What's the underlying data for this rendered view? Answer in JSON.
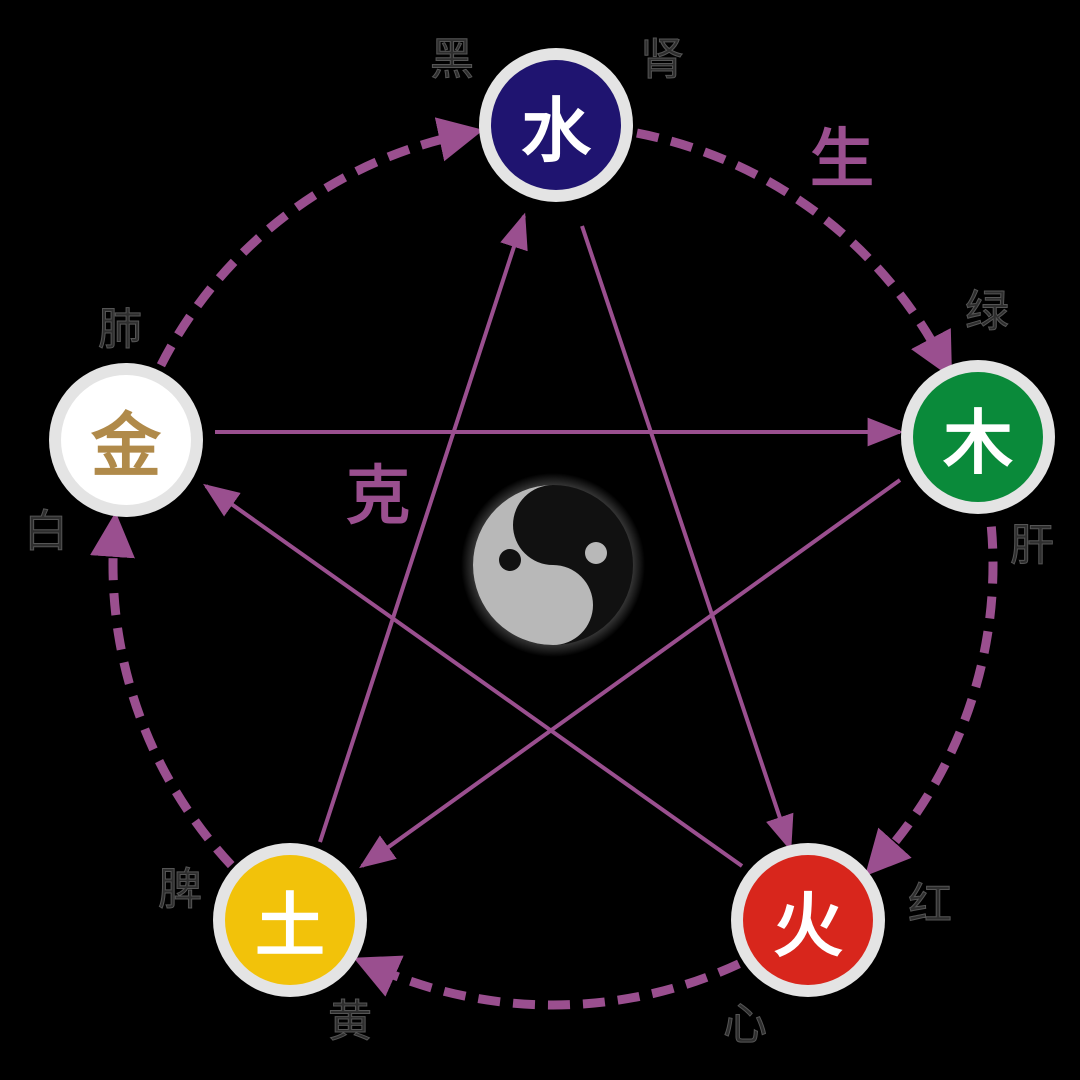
{
  "accent_color": "#9a4f8f",
  "cycle_labels": {
    "generating": "生",
    "overcoming": "克"
  },
  "elements": [
    {
      "char": "水",
      "fill": "#1f1470",
      "text_color": "#ffffff",
      "color_word": "黑",
      "organ": "肾"
    },
    {
      "char": "木",
      "fill": "#0a8a3a",
      "text_color": "#ffffff",
      "color_word": "绿",
      "organ": "肝"
    },
    {
      "char": "火",
      "fill": "#d8261c",
      "text_color": "#ffffff",
      "color_word": "红",
      "organ": "心"
    },
    {
      "char": "土",
      "fill": "#f2c20a",
      "text_color": "#ffffff",
      "color_word": "黄",
      "organ": "脾"
    },
    {
      "char": "金",
      "fill": "#ffffff",
      "text_color": "#b08a4a",
      "color_word": "白",
      "organ": "肺"
    }
  ],
  "center_symbol": "yin-yang-icon"
}
